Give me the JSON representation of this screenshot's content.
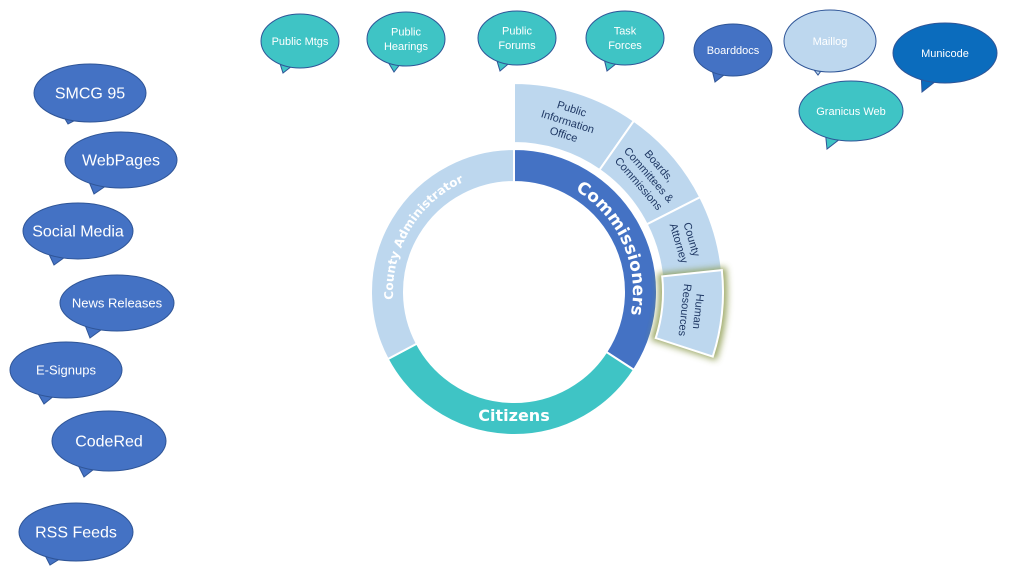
{
  "colors": {
    "blue": "#4472c4",
    "teal": "#3fc4c5",
    "light_blue": "#bdd7ee",
    "dark_blue": "#0b6cbd",
    "bubble_stroke": "#2f5597",
    "segment_text": "#1f3864",
    "glow": "#8b9a4c"
  },
  "top_bubbles": [
    {
      "lines": [
        "Public Mtgs"
      ],
      "fill": "#3fc4c5"
    },
    {
      "lines": [
        "Public",
        "Hearings"
      ],
      "fill": "#3fc4c5"
    },
    {
      "lines": [
        "Public",
        "Forums"
      ],
      "fill": "#3fc4c5"
    },
    {
      "lines": [
        "Task",
        "Forces"
      ],
      "fill": "#3fc4c5"
    },
    {
      "lines": [
        "Boarddocs"
      ],
      "fill": "#4472c4"
    },
    {
      "lines": [
        "Maillog"
      ],
      "fill": "#bdd7ee"
    },
    {
      "lines": [
        "Municode"
      ],
      "fill": "#0b6cbd"
    },
    {
      "lines": [
        "Granicus Web"
      ],
      "fill": "#3fc4c5"
    }
  ],
  "left_bubbles": [
    {
      "label": "SMCG 95"
    },
    {
      "label": "WebPages"
    },
    {
      "label": "Social Media"
    },
    {
      "label": "News Releases"
    },
    {
      "label": "E-Signups"
    },
    {
      "label": "CodeRed"
    },
    {
      "label": "RSS Feeds"
    }
  ],
  "ring": {
    "commissioners": "Commissioners",
    "citizens": "Citizens",
    "county_administrator": "County Administrator"
  },
  "outer_segments": [
    {
      "lines": [
        "Public",
        "Information",
        "Office"
      ]
    },
    {
      "lines": [
        "Boards,",
        "Committees &",
        "Commissions"
      ]
    },
    {
      "lines": [
        "County",
        "Attorney"
      ]
    },
    {
      "lines": [
        "Human",
        "Resources"
      ]
    }
  ]
}
